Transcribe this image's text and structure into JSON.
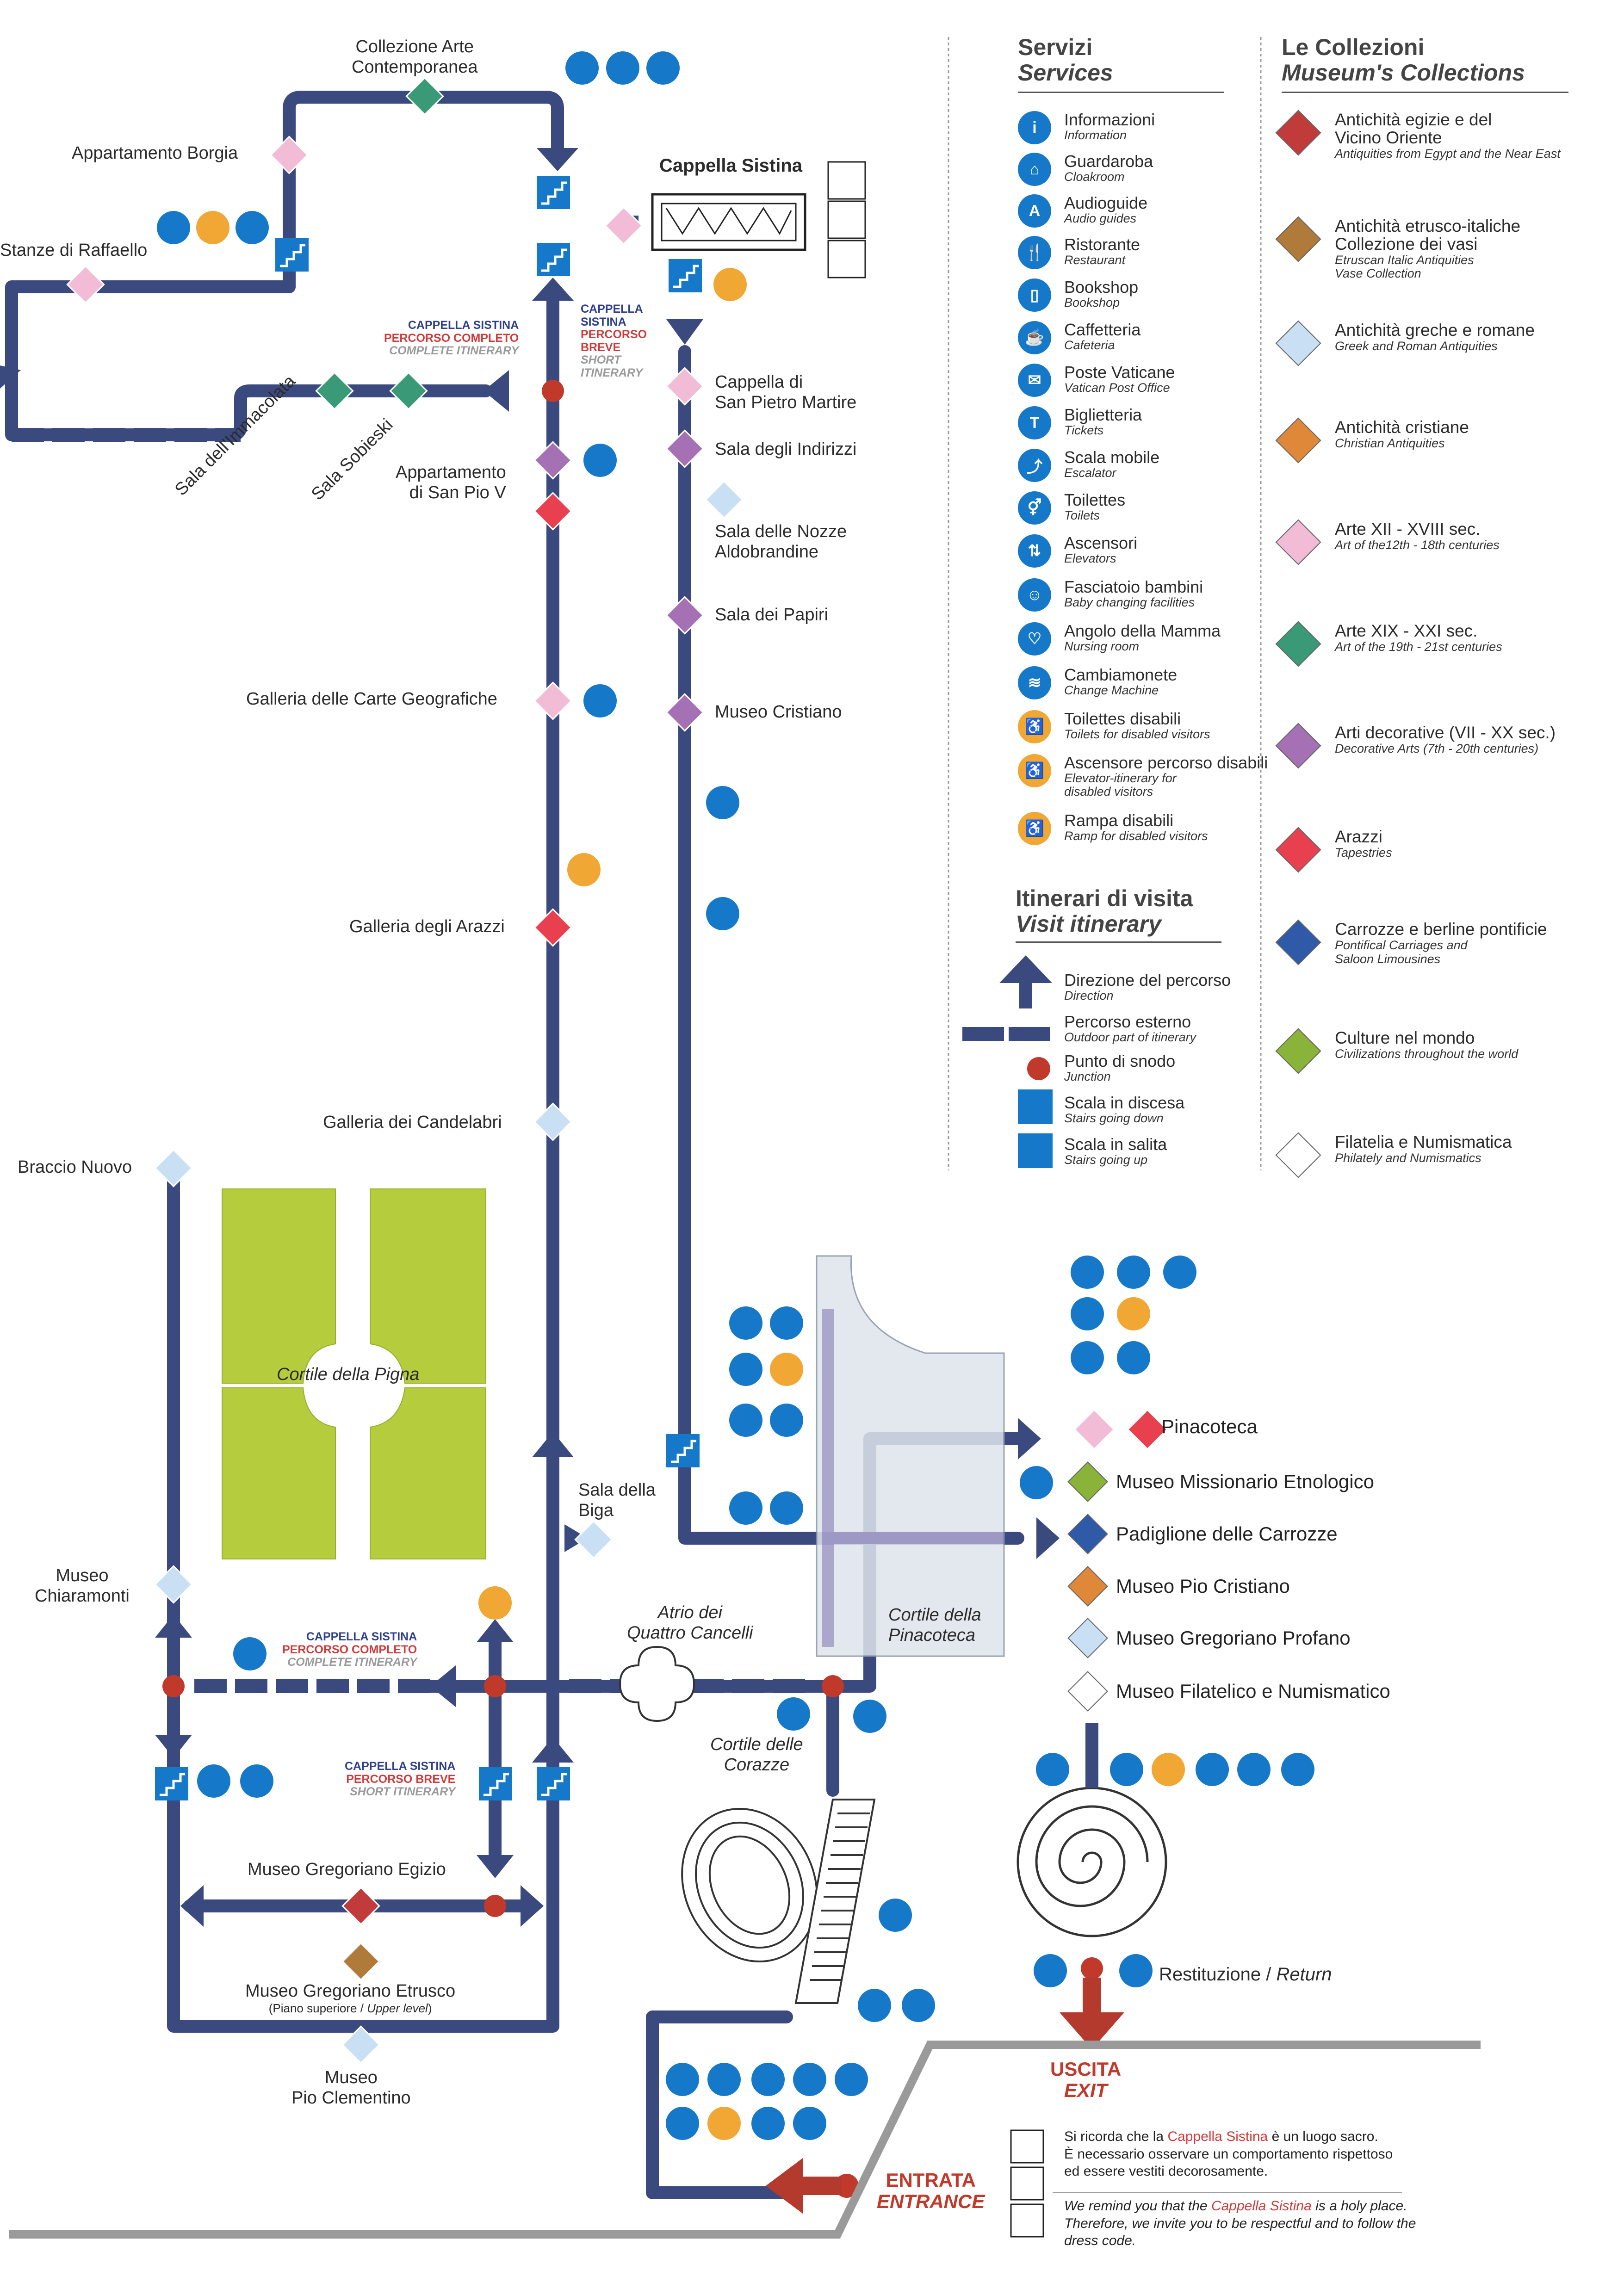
{
  "colors": {
    "route": "#3b4a7e",
    "service_blue": "#1678c8",
    "service_orange": "#f0a733",
    "junction": "#c0392b",
    "lawn": "#b5cc3c",
    "exit_arrow": "#b53a2e"
  },
  "rooms": {
    "collezione_arte": "Collezione Arte\nContemporanea",
    "appartamento_borgia": "Appartamento Borgia",
    "stanze_raffaello": "Stanze di Raffaello",
    "cappella_sistina": "Cappella Sistina",
    "sala_immacolata": "Sala dell'Immacolata",
    "sala_sobieski": "Sala Sobieski",
    "appartamento_pio_v": "Appartamento\ndi San Pio V",
    "galleria_carte": "Galleria delle Carte Geografiche",
    "galleria_arazzi": "Galleria degli Arazzi",
    "galleria_candelabri": "Galleria dei Candelabri",
    "braccio_nuovo": "Braccio Nuovo",
    "cortile_pigna": "Cortile della Pigna",
    "museo_chiaramonti": "Museo\nChiaramonti",
    "sala_biga": "Sala della\nBiga",
    "atrio": "Atrio dei\nQuattro Cancelli",
    "cortile_pinacoteca": "Cortile della\nPinacoteca",
    "cortile_corazze": "Cortile delle\nCorazze",
    "museo_egizio": "Museo Gregoriano Egizio",
    "museo_etrusco": "Museo Gregoriano Etrusco",
    "etrusco_level_it": "(Piano superiore / ",
    "etrusco_level_en": "Upper level",
    "etrusco_level_close": ")",
    "pio_clementino": "Museo\nPio Clementino",
    "cappella_san_pietro": "Cappella di\nSan Pietro Martire",
    "sala_indirizzi": "Sala degli Indirizzi",
    "sala_nozze": "Sala delle Nozze\nAldobrandine",
    "sala_papiri": "Sala dei Papiri",
    "museo_cristiano": "Museo Cristiano"
  },
  "itinerary_labels": {
    "top_complete_1": "CAPPELLA SISTINA",
    "top_complete_2": "PERCORSO COMPLETO",
    "top_complete_3": "COMPLETE ITINERARY",
    "top_short_1": "CAPPELLA",
    "top_short_2": "SISTINA",
    "top_short_3": "PERCORSO",
    "top_short_4": "BREVE",
    "top_short_5": "SHORT",
    "top_short_6": "ITINERARY",
    "mid_complete_1": "CAPPELLA SISTINA",
    "mid_complete_2": "PERCORSO COMPLETO",
    "mid_complete_3": "COMPLETE ITINERARY",
    "bot_short_1": "CAPPELLA SISTINA",
    "bot_short_2": "PERCORSO BREVE",
    "bot_short_3": "SHORT ITINERARY"
  },
  "services_legend": {
    "heading_it": "Servizi",
    "heading_en": "Services",
    "items": [
      {
        "it": "Informazioni",
        "en": "Information",
        "icon": "info-icon",
        "glyph": "i",
        "color": "#1678c8"
      },
      {
        "it": "Guardaroba",
        "en": "Cloakroom",
        "icon": "cloakroom-icon",
        "glyph": "⌂",
        "color": "#1678c8"
      },
      {
        "it": "Audioguide",
        "en": "Audio guides",
        "icon": "audioguide-icon",
        "glyph": "A",
        "color": "#1678c8"
      },
      {
        "it": "Ristorante",
        "en": "Restaurant",
        "icon": "restaurant-icon",
        "glyph": "🍴",
        "color": "#1678c8"
      },
      {
        "it": "Bookshop",
        "en": "Bookshop",
        "icon": "bookshop-icon",
        "glyph": "▯",
        "color": "#1678c8"
      },
      {
        "it": "Caffetteria",
        "en": "Cafeteria",
        "icon": "coffee-icon",
        "glyph": "☕",
        "color": "#1678c8"
      },
      {
        "it": "Poste Vaticane",
        "en": "Vatican Post Office",
        "icon": "post-icon",
        "glyph": "✉",
        "color": "#1678c8"
      },
      {
        "it": "Biglietteria",
        "en": "Tickets",
        "icon": "ticket-icon",
        "glyph": "T",
        "color": "#1678c8"
      },
      {
        "it": "Scala mobile",
        "en": "Escalator",
        "icon": "escalator-icon",
        "glyph": "⤴",
        "color": "#1678c8"
      },
      {
        "it": "Toilettes",
        "en": "Toilets",
        "icon": "toilets-icon",
        "glyph": "⚥",
        "color": "#1678c8"
      },
      {
        "it": "Ascensori",
        "en": "Elevators",
        "icon": "elevator-icon",
        "glyph": "⇅",
        "color": "#1678c8"
      },
      {
        "it": "Fasciatoio bambini",
        "en": "Baby changing facilities",
        "icon": "baby-icon",
        "glyph": "☺",
        "color": "#1678c8"
      },
      {
        "it": "Angolo della Mamma",
        "en": "Nursing room",
        "icon": "nursing-icon",
        "glyph": "♡",
        "color": "#1678c8"
      },
      {
        "it": "Cambiamonete",
        "en": "Change Machine",
        "icon": "coins-icon",
        "glyph": "≋",
        "color": "#1678c8"
      },
      {
        "it": "Toilettes disabili",
        "en": "Toilets for disabled visitors",
        "icon": "disabled-toilet-icon",
        "glyph": "♿",
        "color": "#f0a733"
      },
      {
        "it": "Ascensore percorso disabili",
        "en": "Elevator-itinerary for\ndisabled visitors",
        "icon": "disabled-elevator-icon",
        "glyph": "♿",
        "color": "#f0a733"
      },
      {
        "it": "Rampa disabili",
        "en": "Ramp for disabled visitors",
        "icon": "ramp-icon",
        "glyph": "♿",
        "color": "#f0a733"
      }
    ]
  },
  "itinerary_legend": {
    "heading_it": "Itinerari di visita",
    "heading_en": "Visit itinerary",
    "items": [
      {
        "it": "Direzione del percorso",
        "en": "Direction"
      },
      {
        "it": "Percorso esterno",
        "en": "Outdoor part of itinerary"
      },
      {
        "it": "Punto di snodo",
        "en": "Junction"
      },
      {
        "it": "Scala in discesa",
        "en": "Stairs going down"
      },
      {
        "it": "Scala in salita",
        "en": "Stairs going up"
      }
    ]
  },
  "collections_legend": {
    "heading_it": "Le Collezioni",
    "heading_en": "Museum's Collections",
    "items": [
      {
        "it": "Antichità egizie e del\nVicino Oriente",
        "en": "Antiquities from Egypt and the Near East",
        "color": "#c23b3b"
      },
      {
        "it": "Antichità etrusco-italiche\nCollezione dei vasi",
        "en": "Etruscan Italic Antiquities\nVase Collection",
        "color": "#b07a3a"
      },
      {
        "it": "Antichità greche e romane",
        "en": "Greek and Roman Antiquities",
        "color": "#c9dff3"
      },
      {
        "it": "Antichità cristiane",
        "en": "Christian Antiquities",
        "color": "#e0883a"
      },
      {
        "it": "Arte XII - XVIII sec.",
        "en": "Art of the12th - 18th centuries",
        "color": "#f2bcd6"
      },
      {
        "it": "Arte XIX - XXI sec.",
        "en": "Art of the 19th - 21st centuries",
        "color": "#3a9a78"
      },
      {
        "it": "Arti decorative (VII - XX sec.)",
        "en": "Decorative Arts (7th - 20th centuries)",
        "color": "#a670b5"
      },
      {
        "it": "Arazzi",
        "en": "Tapestries",
        "color": "#e8404f"
      },
      {
        "it": "Carrozze e berline pontificie",
        "en": "Pontifical Carriages and\nSaloon Limousines",
        "color": "#2e5aa8"
      },
      {
        "it": "Culture nel mondo",
        "en": "Civilizations throughout the world",
        "color": "#8ab33a"
      },
      {
        "it": "Filatelia e Numismatica",
        "en": "Philately and Numismatics",
        "color": "#ffffff"
      }
    ]
  },
  "destinations": [
    {
      "label": "Pinacoteca",
      "color": "#e8404f"
    },
    {
      "label": "Museo Missionario Etnologico",
      "color": "#8ab33a"
    },
    {
      "label": "Padiglione delle Carrozze",
      "color": "#2e5aa8"
    },
    {
      "label": "Museo Pio Cristiano",
      "color": "#e0883a"
    },
    {
      "label": "Museo Gregoriano Profano",
      "color": "#c9dff3"
    },
    {
      "label": "Museo Filatelico e Numismatico",
      "color": "#ffffff"
    }
  ],
  "exit": {
    "restituzione_it": "Restituzione / ",
    "restituzione_en": "Return",
    "uscita": "USCITA",
    "exit": "EXIT",
    "entrata": "ENTRATA",
    "entrance": "ENTRANCE"
  },
  "notice": {
    "it_1": "Si ricorda che la ",
    "it_hl": "Cappella Sistina",
    "it_2": " è un luogo sacro.",
    "it_3": "È necessario osservare un comportamento rispettoso",
    "it_4": "ed essere vestiti decorosamente.",
    "en_1": "We remind you that the ",
    "en_hl": "Cappella Sistina",
    "en_2": " is a holy place.",
    "en_3": "Therefore, we invite you to be respectful and to follow the",
    "en_4": "dress code."
  }
}
